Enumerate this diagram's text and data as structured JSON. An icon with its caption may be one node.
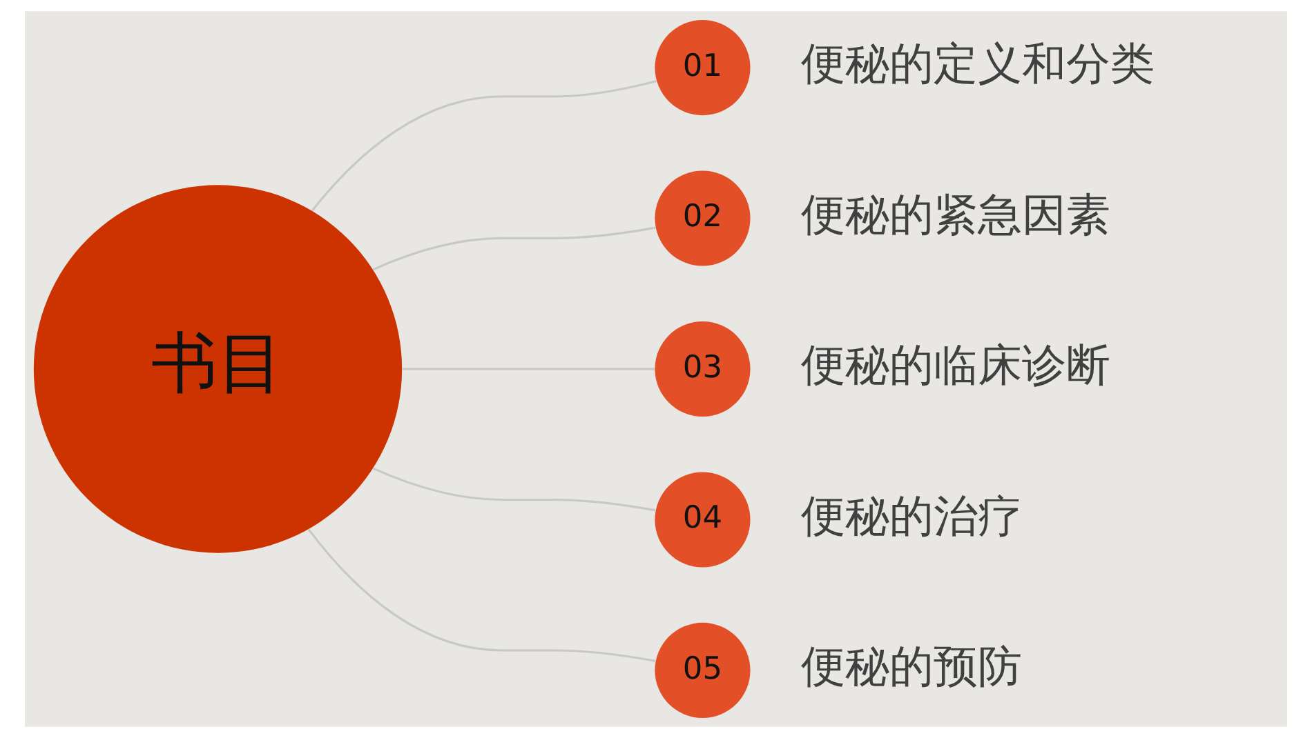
{
  "diagram": {
    "nodes": [
      {
        "text": [
          "书目"
        ]
      },
      {
        "text": [
          "01"
        ],
        "beside": [
          "便秘的定义和分类"
        ]
      },
      {
        "text": [
          "02"
        ],
        "beside": [
          "便秘的紧急因素"
        ]
      },
      {
        "text": [
          "03"
        ],
        "beside": [
          "便秘的临床诊断"
        ]
      },
      {
        "text": [
          "04"
        ],
        "beside": [
          "便秘的治疗"
        ]
      },
      {
        "text": [
          "05"
        ],
        "beside": [
          "便秘的预防"
        ]
      }
    ],
    "edges": [
      {
        "from": 0,
        "to": 1,
        "arrow": "none"
      },
      {
        "from": 0,
        "to": 2,
        "arrow": "none"
      },
      {
        "from": 0,
        "to": 3,
        "arrow": "none"
      },
      {
        "from": 0,
        "to": 4,
        "arrow": "none"
      },
      {
        "from": 0,
        "to": 5,
        "arrow": "none"
      }
    ]
  }
}
